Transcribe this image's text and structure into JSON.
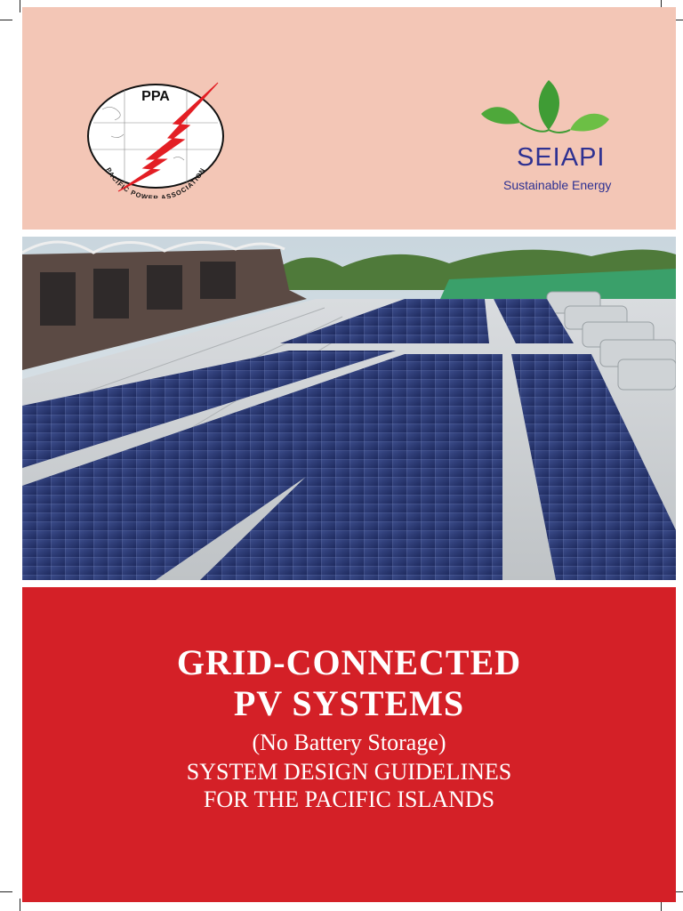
{
  "logos": {
    "ppa": {
      "acronym": "PPA",
      "ring_text": "PACIFIC POWER ASSOCIATION"
    },
    "seiapi": {
      "name": "SEIAPI",
      "tagline": "Sustainable Energy"
    }
  },
  "photo": {
    "subject": "rooftop solar panel array"
  },
  "cover": {
    "title_line1": "GRID-CONNECTED",
    "title_line2": "PV SYSTEMS",
    "subtitle": "(No Battery Storage)",
    "guideline_line1": "SYSTEM DESIGN GUIDELINES",
    "guideline_line2": "FOR THE PACIFIC ISLANDS"
  },
  "colors": {
    "top_panel": "#f3c6b6",
    "bottom_panel": "#d42027",
    "seiapi_blue": "#2e3192",
    "leaf_green": "#4ea83a",
    "bolt_red": "#e31e24"
  }
}
